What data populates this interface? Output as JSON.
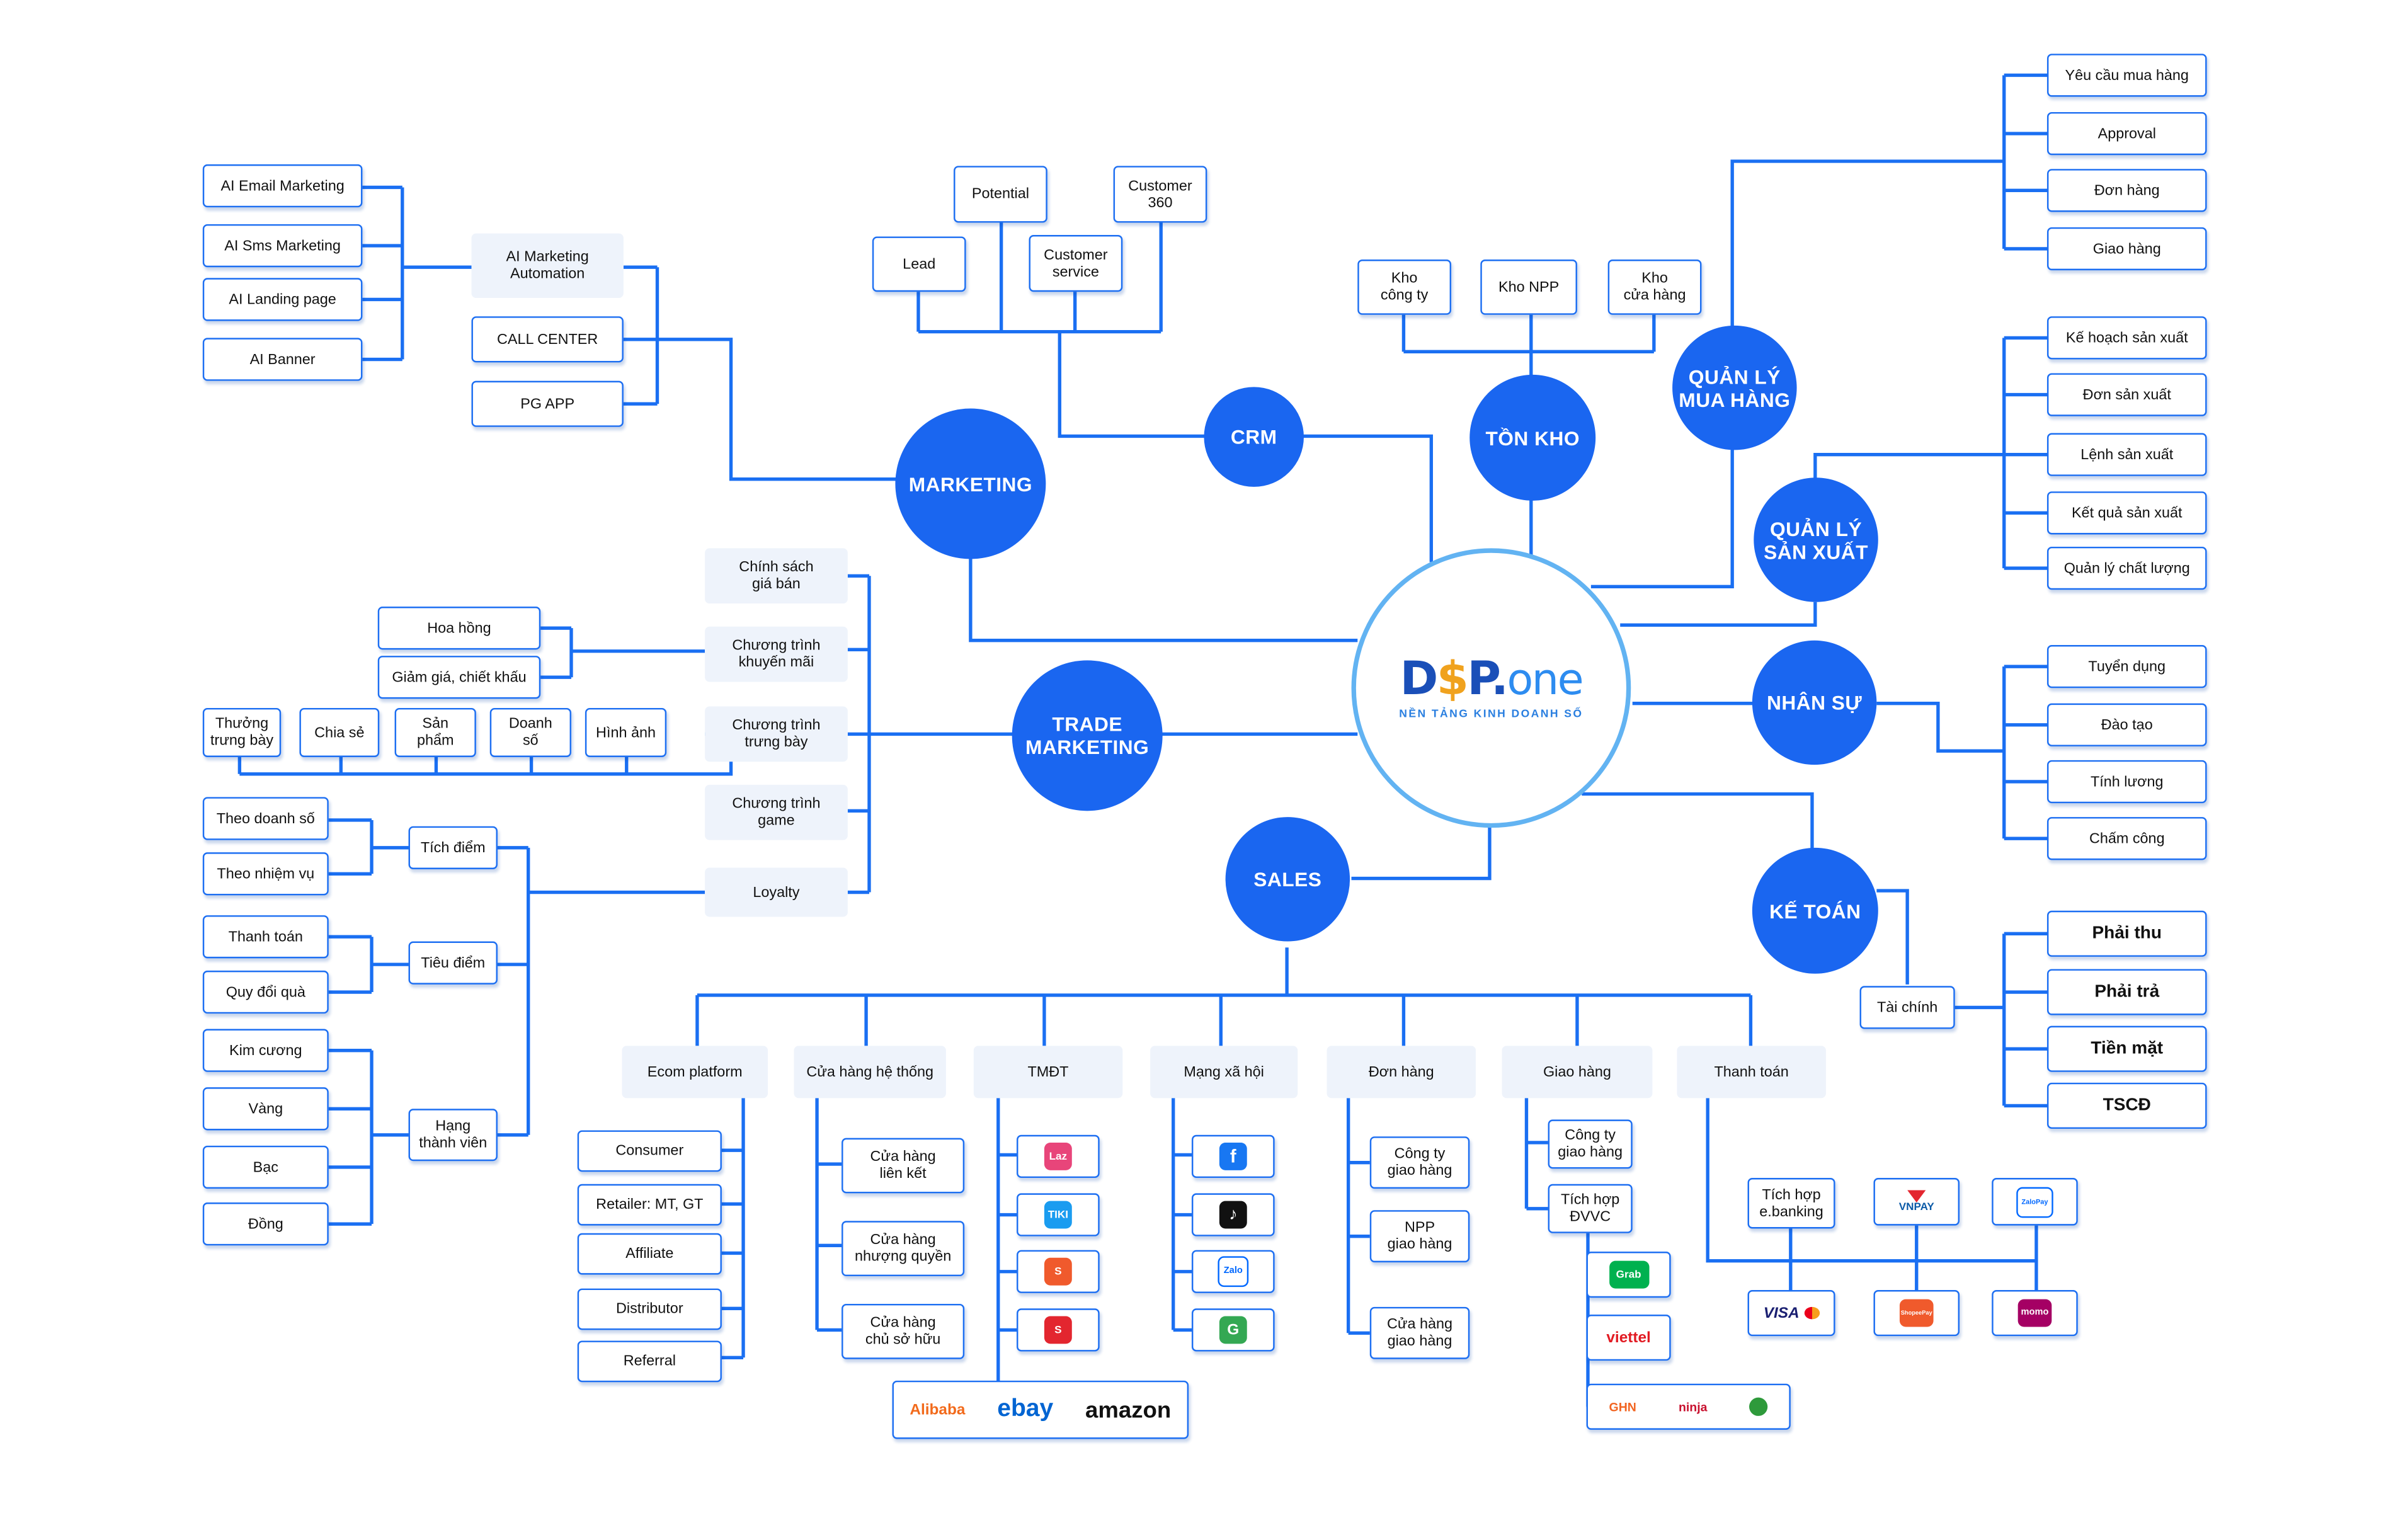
{
  "hub": {
    "logo": {
      "d": "D",
      "s": "$",
      "p": "P.",
      "one": "one"
    },
    "tagline": "NỀN TẢNG KINH DOANH SỐ"
  },
  "modules": {
    "marketing": "MARKETING",
    "crm": "CRM",
    "ton_kho": "TỒN KHO",
    "quan_ly_mua_hang": "QUẢN LÝ\nMUA HÀNG",
    "quan_ly_san_xuat": "QUẢN LÝ\nSẢN XUẤT",
    "nhan_su": "NHÂN SỰ",
    "ke_toan": "KẾ TOÁN",
    "trade_marketing": "TRADE\nMARKETING",
    "sales": "SALES"
  },
  "marketing": {
    "ai_items": [
      "AI Email Marketing",
      "AI Sms Marketing",
      "AI Landing page",
      "AI Banner"
    ],
    "ai_automation": "AI Marketing\nAutomation",
    "call_center": "CALL CENTER",
    "pg_app": "PG APP"
  },
  "crm": {
    "lead": "Lead",
    "potential": "Potential",
    "customer_service": "Customer\nservice",
    "customer_360": "Customer\n360"
  },
  "ton_kho": {
    "kho_cong_ty": "Kho\ncông ty",
    "kho_npp": "Kho NPP",
    "kho_cua_hang": "Kho\ncửa hàng"
  },
  "mua_hang": [
    "Yêu cầu mua hàng",
    "Approval",
    "Đơn hàng",
    "Giao hàng"
  ],
  "san_xuat": [
    "Kế hoạch sản xuất",
    "Đơn sản xuất",
    "Lệnh sản xuất",
    "Kết quả sản xuất",
    "Quản lý chất lượng"
  ],
  "nhan_su": [
    "Tuyển dụng",
    "Đào tạo",
    "Tính lương",
    "Chấm công"
  ],
  "ke_toan": {
    "tai_chinh": "Tài chính",
    "items": [
      "Phải thu",
      "Phải trả",
      "Tiền mặt",
      "TSCĐ"
    ]
  },
  "trade": {
    "chinh_sach": "Chính sách\ngiá bán",
    "khuyen_mai": "Chương trình\nkhuyến mãi",
    "trung_bay": "Chương trình\ntrưng bày",
    "game": "Chương trình\ngame",
    "loyalty": "Loyalty",
    "hoa_hong": "Hoa hồng",
    "giam_gia": "Giảm giá, chiết khấu",
    "trung_bay_items": [
      "Thưởng\ntrưng bày",
      "Chia sẻ",
      "Sản\nphẩm",
      "Doanh\nsố",
      "Hình ảnh"
    ],
    "tich_diem": "Tích điểm",
    "tieu_diem": "Tiêu điểm",
    "hang_thanh_vien": "Hạng\nthành viên",
    "tich_diem_items": [
      "Theo doanh số",
      "Theo nhiệm vụ"
    ],
    "tieu_diem_items": [
      "Thanh toán",
      "Quy đổi quà"
    ],
    "hang_items": [
      "Kim cương",
      "Vàng",
      "Bạc",
      "Đồng"
    ]
  },
  "sales": {
    "channels": [
      "Ecom platform",
      "Cửa hàng hệ thống",
      "TMĐT",
      "Mạng xã hội",
      "Đơn hàng",
      "Giao hàng",
      "Thanh toán"
    ],
    "ecom": [
      "Consumer",
      "Retailer: MT, GT",
      "Affiliate",
      "Distributor",
      "Referral"
    ],
    "cua_hang": [
      "Cửa hàng\nliên kết",
      "Cửa hàng\nnhượng quyền",
      "Cửa hàng\nchủ sở hữu"
    ],
    "tmdt_icons": [
      {
        "icon": "lazada-icon",
        "label": "Laz",
        "color": "#e8457a"
      },
      {
        "icon": "tiki-icon",
        "label": "TIKI",
        "color": "#1a9cf0"
      },
      {
        "icon": "shopee-icon",
        "label": "S",
        "color": "#f05a2c"
      },
      {
        "icon": "sendo-icon",
        "label": "S",
        "color": "#e3262f"
      }
    ],
    "global_marketplaces": [
      "Alibaba",
      "ebay",
      "amazon"
    ],
    "social_icons": [
      {
        "icon": "facebook-icon",
        "label": "f",
        "color": "#1877f2"
      },
      {
        "icon": "tiktok-icon",
        "label": "♪",
        "color": "#111111"
      },
      {
        "icon": "zalo-icon",
        "label": "Zalo",
        "color": "#ffffff"
      },
      {
        "icon": "google-maps-icon",
        "label": "G",
        "color": "#34a853"
      }
    ],
    "don_hang": [
      "Công ty\ngiao hàng",
      "NPP\ngiao hàng",
      "Cửa hàng\ngiao hàng"
    ],
    "giao_hang": {
      "cong_ty": "Công ty\ngiao hàng",
      "tich_hop": "Tích hợp\nĐVVC",
      "carriers": [
        "Grab",
        "viettel",
        "GHN",
        "ninja"
      ]
    },
    "thanh_toan": {
      "ebanking": "Tích hợp\ne.banking",
      "wallets": [
        "VNPAY",
        "ZaloPay",
        "VISA",
        "ShopeePay",
        "momo"
      ]
    }
  },
  "colors": {
    "primary": "#1a66f0",
    "line": "#1a6ff2",
    "hub_ring": "#62b3f2",
    "light_line": "#4aa8f0"
  }
}
